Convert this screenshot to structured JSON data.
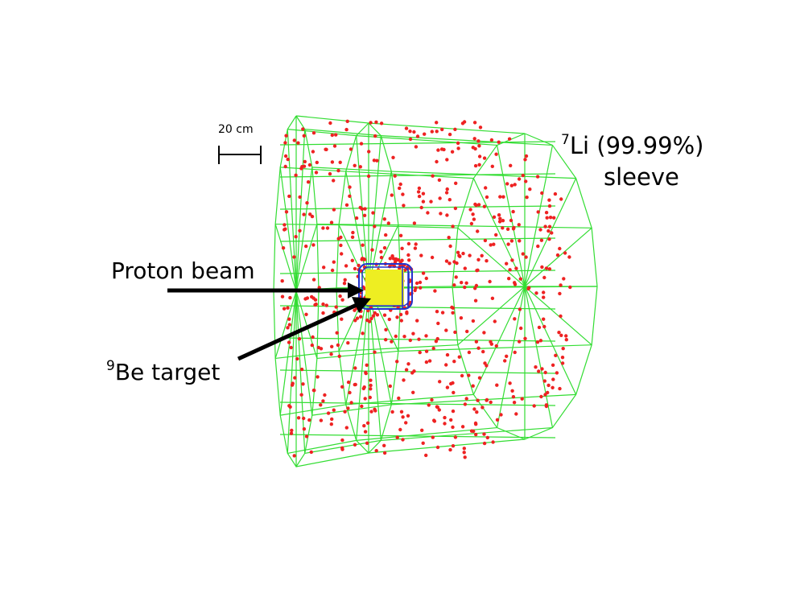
{
  "labels": {
    "proton_beam": "Proton beam",
    "be_target_sup": "9",
    "be_target": "Be target",
    "li_sup": "7",
    "li_material": "Li (99.99%)",
    "li_sleeve": "sleeve",
    "scale": "20 cm"
  },
  "colors": {
    "geometry": "#33dd33",
    "hits": "#ee2222",
    "target_core": "#eeee22",
    "target_frame": "#2233cc",
    "arrows": "#000000"
  }
}
